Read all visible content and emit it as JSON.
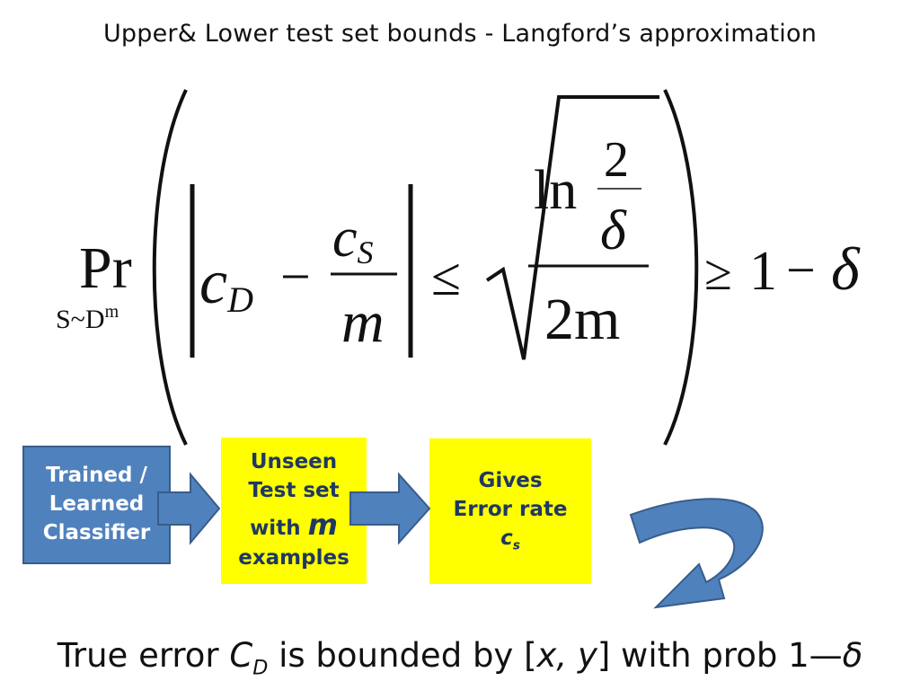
{
  "slide": {
    "title": "Upper& Lower test set bounds - Langford’s approximation"
  },
  "formula": {
    "pr": "Pr",
    "pr_subscript": "S~D",
    "pr_subscript_sup": "m",
    "c": "c",
    "d_sub": "D",
    "minus": "−",
    "s_sub": "S",
    "m": "m",
    "leq": "≤",
    "ln": "ln",
    "two": "2",
    "delta": "δ",
    "two_m": "2m",
    "geq": "≥",
    "one": "1",
    "minus2": "−",
    "delta2": "δ"
  },
  "boxes": {
    "classifier": {
      "line1": "Trained /",
      "line2": "Learned",
      "line3": "Classifier"
    },
    "test_set": {
      "line1": "Unseen",
      "line2": "Test set",
      "line3a": "with ",
      "line3b": "m",
      "line4": "examples"
    },
    "error_rate": {
      "line1": "Gives",
      "line2": "Error rate",
      "line3a": "c",
      "line3b": "s"
    }
  },
  "bottom": {
    "part1": "True error ",
    "c": "C",
    "d": "D",
    "part2": "  is  bounded by [",
    "x": "x, y",
    "part3": "] with prob 1—",
    "delta": "δ"
  },
  "colors": {
    "blue_box": "#4f81bd",
    "blue_border": "#385d8a",
    "yellow_box": "#ffff00",
    "arrow_fill": "#4f81bd"
  }
}
